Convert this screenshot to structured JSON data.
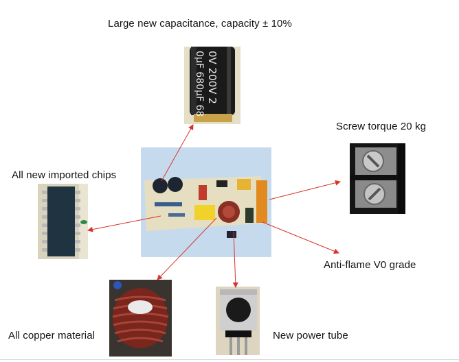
{
  "labels": {
    "capacitor": "Large new capacitance, capacity ± 10%",
    "screw": "Screw torque 20 kg",
    "chips": "All new imported chips",
    "flame": "Anti-flame V0 grade",
    "copper": "All copper material",
    "tube": "New power tube"
  },
  "capacitor_print": {
    "line1": "0V 200V 2",
    "line2": "0µF 680µF 68"
  },
  "colors": {
    "arrow": "#d9342b",
    "board_bg": "#c9dcee",
    "pcb": "#e7dfc3",
    "coil_copper": "#8a2f24"
  }
}
